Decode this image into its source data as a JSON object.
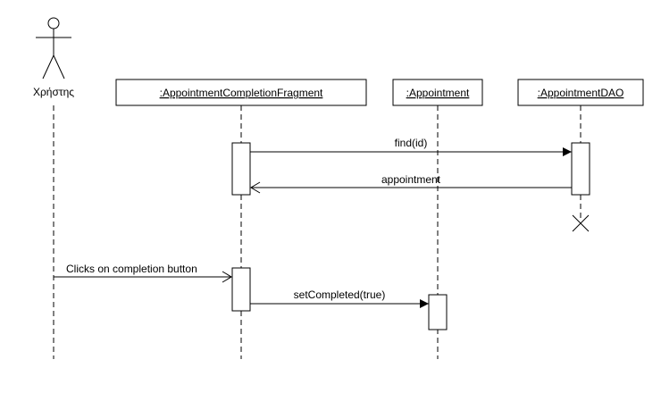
{
  "actor": {
    "name": "Χρήστης"
  },
  "participants": [
    {
      "id": "fragment",
      "label": ":AppointmentCompletionFragment"
    },
    {
      "id": "appointment",
      "label": ":Appointment"
    },
    {
      "id": "dao",
      "label": ":AppointmentDAO"
    }
  ],
  "messages": [
    {
      "from": "fragment",
      "to": "dao",
      "label": "find(id)",
      "kind": "synchronous call"
    },
    {
      "from": "dao",
      "to": "fragment",
      "label": "appointment",
      "kind": "return"
    },
    {
      "from": "actor",
      "to": "fragment",
      "label": "Clicks on completion button",
      "kind": "asynchronous call"
    },
    {
      "from": "fragment",
      "to": "appointment",
      "label": "setCompleted(true)",
      "kind": "synchronous call"
    }
  ],
  "destruction": {
    "participant": "dao",
    "symbol": "X"
  },
  "colors": {
    "stroke": "#000000",
    "background": "#ffffff"
  }
}
